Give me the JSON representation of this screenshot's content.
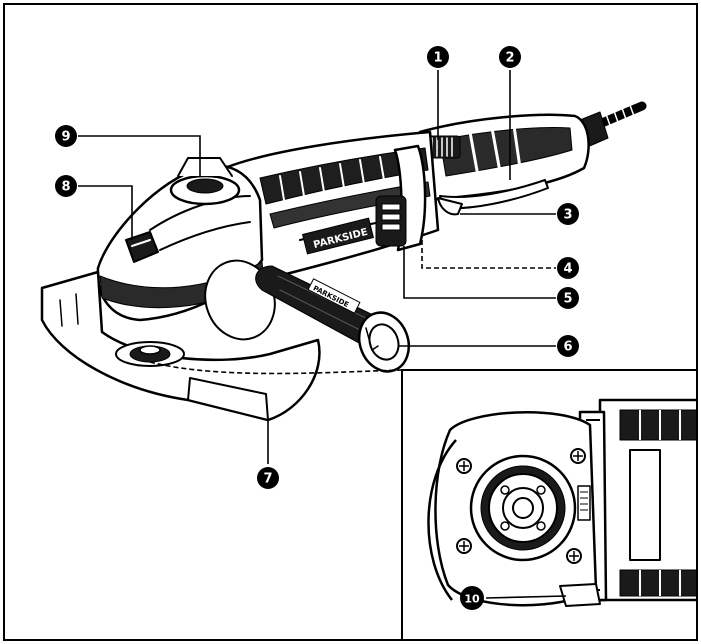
{
  "brand": {
    "body_label": "PARKSIDE",
    "handle_label": "PARKSIDE"
  },
  "callouts": [
    {
      "number": "1"
    },
    {
      "number": "2"
    },
    {
      "number": "3"
    },
    {
      "number": "4"
    },
    {
      "number": "5"
    },
    {
      "number": "6"
    },
    {
      "number": "7"
    },
    {
      "number": "8"
    },
    {
      "number": "9"
    },
    {
      "number": "10"
    }
  ]
}
